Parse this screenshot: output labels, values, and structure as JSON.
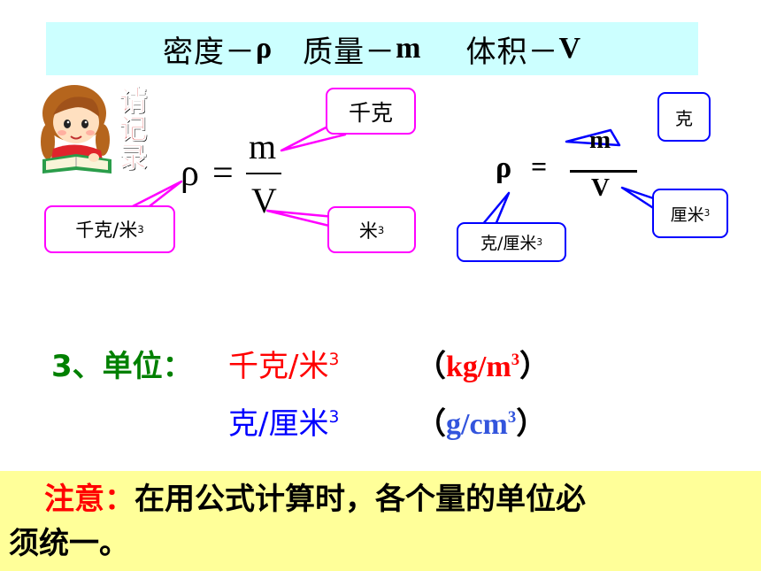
{
  "banner": {
    "density_label": "密度－",
    "density_symbol": "ρ",
    "mass_label": "质量－",
    "mass_symbol": "m",
    "volume_label": "体积－",
    "volume_symbol": "V"
  },
  "badge": {
    "text": "请记录"
  },
  "formula_left": {
    "rho": "ρ",
    "equals": "=",
    "numerator": "m",
    "denominator": "V",
    "callout_mass": "千克",
    "callout_density": "千克/米",
    "callout_density_sup": "3",
    "callout_volume": "米",
    "callout_volume_sup": "3"
  },
  "formula_right": {
    "rho": "ρ",
    "equals": "=",
    "numerator": "m",
    "denominator": "V",
    "callout_mass": "克",
    "callout_volume": "厘米",
    "callout_volume_sup": "3",
    "callout_density": "克/厘米",
    "callout_density_sup": "3"
  },
  "units": {
    "prefix": "3、单位：",
    "si_unit": "千克/米",
    "si_unit_sup": "3",
    "si_symbol_open": "（",
    "si_symbol": "kg/m",
    "si_symbol_sup": "3",
    "si_symbol_close": "）",
    "cgs_unit": "克/厘米",
    "cgs_unit_sup": "3",
    "cgs_symbol_open": "（",
    "cgs_symbol": "g/cm",
    "cgs_symbol_sup": "3",
    "cgs_symbol_close": "）"
  },
  "note": {
    "label": "注意：",
    "line1": "在用公式计算时，各个量的单位必",
    "line2": "须统一。"
  },
  "colors": {
    "banner_bg": "#ccffff",
    "pink_border": "#ff00ff",
    "blue_border": "#0000ff",
    "green_text": "#008000",
    "red_text": "#ff0000",
    "blue_text": "#0000ff",
    "note_bg": "#ffff99"
  }
}
